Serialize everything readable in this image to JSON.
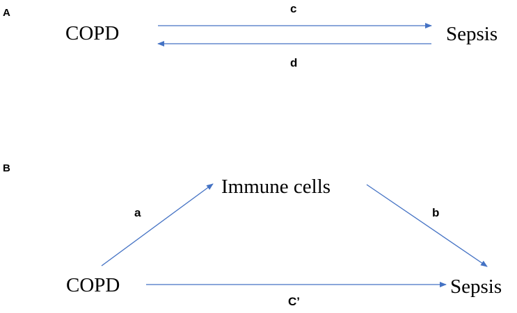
{
  "panel_a": {
    "label": "A",
    "source": "COPD",
    "target": "Sepsis",
    "forward_label": "c",
    "reverse_label": "d"
  },
  "panel_b": {
    "label": "B",
    "exposure": "COPD",
    "mediator": "Immune cells",
    "outcome": "Sepsis",
    "path_a_label": "a",
    "path_b_label": "b",
    "direct_label": "C’"
  },
  "colors": {
    "arrow": "#4472c4",
    "text": "#000000"
  }
}
